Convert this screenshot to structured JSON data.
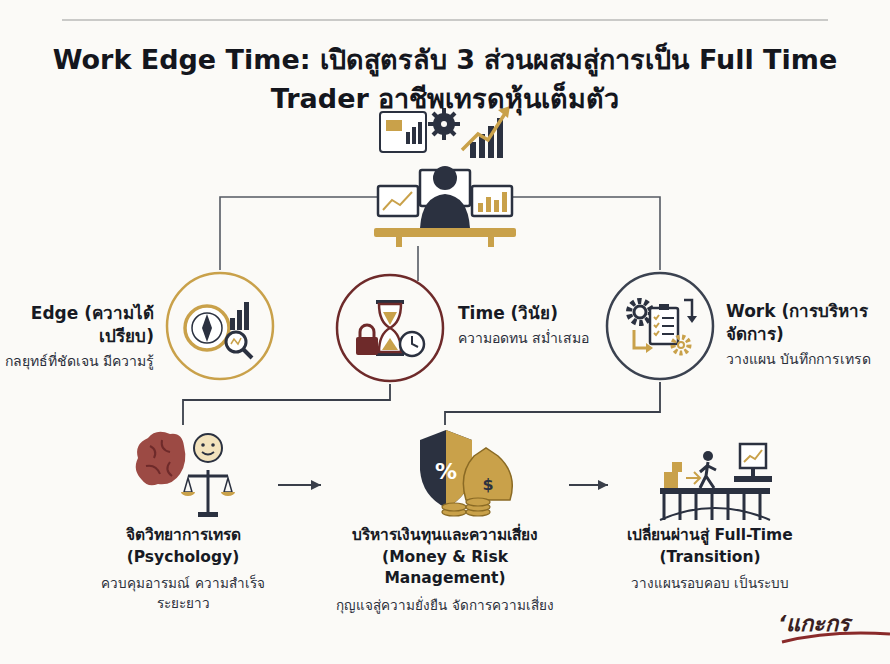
{
  "diagram": {
    "title": "Work Edge Time: เปิดสูตรลับ 3 ส่วนผสมสู่การเป็น Full Time Trader อาชีพเทรดหุ้นเต็มตัว",
    "nodes": [
      {
        "text": [
          "Edge (ความได้เปรียบ)",
          "กลยุทธ์ที่ชัดเจน มีความรู้"
        ]
      },
      {
        "text": [
          "Time (วินัย)",
          "ความอดทน สม่ำเสมอ"
        ]
      },
      {
        "text": [
          "Work (การบริหารจัดการ)",
          "วางแผน บันทึกการเทรด"
        ]
      },
      {
        "text": [
          "จิตวิทยาการเทรด (Psychology)",
          "ควบคุมอารมณ์ ความสำเร็จระยะยาว"
        ]
      },
      {
        "text": [
          "บริหารเงินทุนและความเสี่ยง (Money & Risk Management)",
          "กุญแจสู่ความยั่งยืน จัดการความเสี่ยง"
        ]
      },
      {
        "text": [
          "เปลี่ยนผ่านสู่ Full-Time (Transition)",
          "วางแผนรอบคอบ เป็นระบบ"
        ]
      }
    ],
    "edges": [
      {
        "from": 1,
        "to": 3,
        "arrow": "none"
      },
      {
        "from": 2,
        "to": 4,
        "arrow": "none"
      },
      {
        "from": 3,
        "to": 4,
        "arrow": "to"
      },
      {
        "from": 4,
        "to": 5,
        "arrow": "to"
      }
    ],
    "labels": [
      "‘แกะกร"
    ]
  }
}
